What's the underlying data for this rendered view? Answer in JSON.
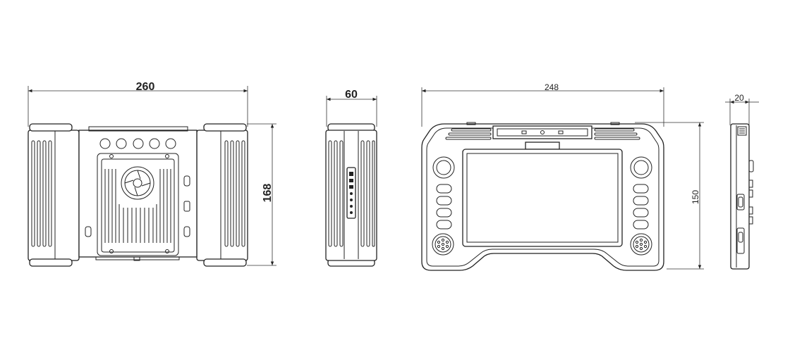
{
  "dimensions": {
    "front_width": "260",
    "front_height": "168",
    "side_depth": "60",
    "controller_width": "248",
    "controller_height": "150",
    "controller_depth": "20"
  },
  "colors": {
    "line": "#222222",
    "background": "#ffffff"
  }
}
